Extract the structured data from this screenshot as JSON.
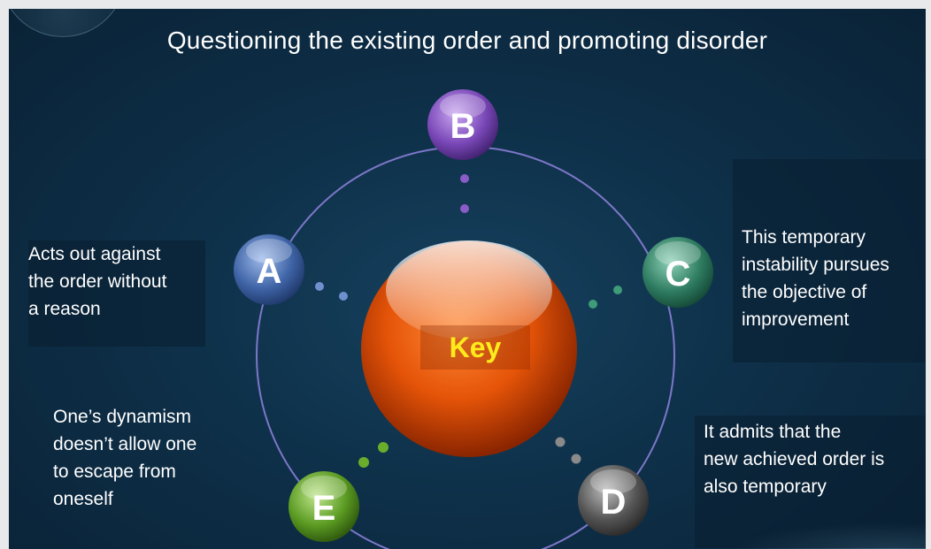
{
  "title": "Questioning the existing order and promoting disorder",
  "center": {
    "label": "Key",
    "label_color": "#ffeb1c",
    "color": "#ee5a0a"
  },
  "nodes": [
    {
      "id": "a",
      "letter": "A",
      "color": "#3f64a6",
      "text": "Acts out against\nthe order without\na reason"
    },
    {
      "id": "b",
      "letter": "B",
      "color": "#7a48b8",
      "text": ""
    },
    {
      "id": "c",
      "letter": "C",
      "color": "#2f7d62",
      "text": "This temporary\ninstability pursues\nthe objective of\nimprovement"
    },
    {
      "id": "d",
      "letter": "D",
      "color": "#555555",
      "text": "It admits that the\nnew achieved order is\nalso temporary"
    },
    {
      "id": "e",
      "letter": "E",
      "color": "#5a9a22",
      "text": "One’s dynamism\ndoesn’t allow one\nto escape from\noneself"
    }
  ],
  "colors": {
    "ring": "#7d77c9",
    "background": "#0e3049"
  }
}
